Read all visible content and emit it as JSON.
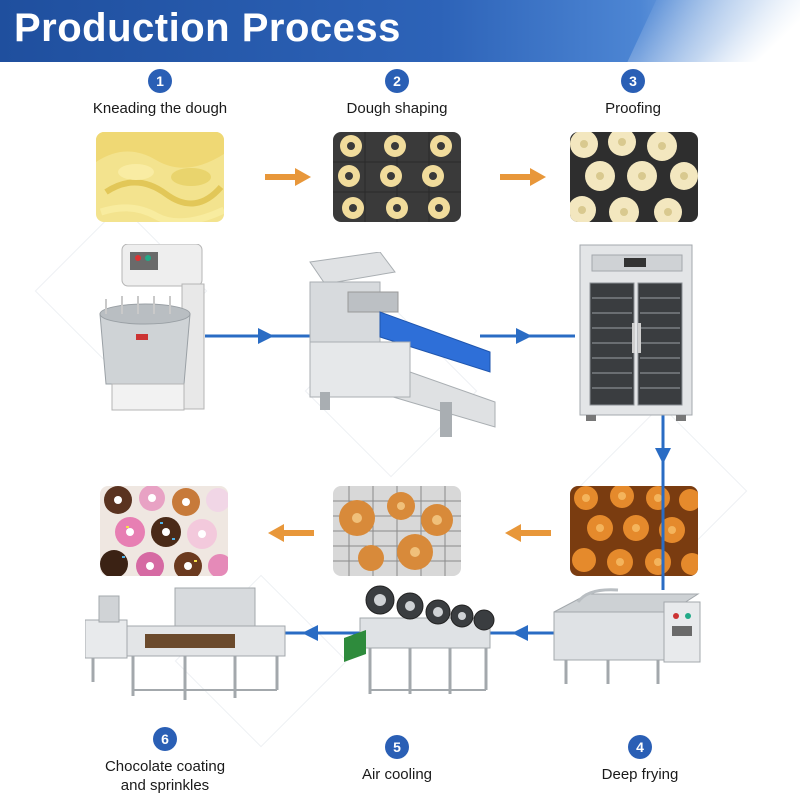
{
  "header": {
    "title": "Production Process"
  },
  "steps": [
    {
      "number": "1",
      "label": "Kneading the dough"
    },
    {
      "number": "2",
      "label": "Dough shaping"
    },
    {
      "number": "3",
      "label": "Proofing"
    },
    {
      "number": "4",
      "label": "Deep frying"
    },
    {
      "number": "5",
      "label": "Air cooling"
    },
    {
      "number": "6",
      "label": "Chocolate coating\nand sprinkles"
    }
  ],
  "colors": {
    "header_blue": "#2d63b8",
    "badge_blue": "#2a5fb5",
    "flow_arrow": "#2a6cc4",
    "photo_arrow": "#e8973a"
  }
}
